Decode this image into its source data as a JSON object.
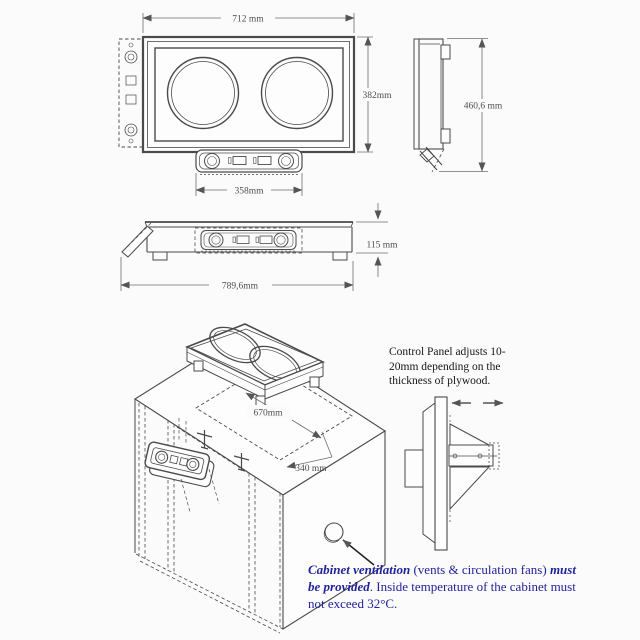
{
  "dimensions": {
    "top_width": "712 mm",
    "top_depth": "382mm",
    "control_panel_width": "358mm",
    "side_height": "460,6 mm",
    "front_height": "115 mm",
    "front_total_width": "789,6mm",
    "cutout_length": "670mm",
    "cutout_depth": "340 mm"
  },
  "notes": {
    "control_panel_note": "Control Panel adjusts 10-20mm depending on the thickness of plywood.",
    "ventilation_note": {
      "emphasis_1": "Cabinet ventilation",
      "text_1": " (vents & circulation fans) ",
      "emphasis_2": "must be provided",
      "text_2": ".  Inside temperature of the cabinet must not exceed 32°C."
    }
  },
  "colors": {
    "background": "#fbfbfb",
    "line_art": "#4a4a4a",
    "dimension_line": "#6e6e6e",
    "dimension_text": "#4f4f4f",
    "note_text": "#161616",
    "ventilation_note_text": "#22229b"
  }
}
